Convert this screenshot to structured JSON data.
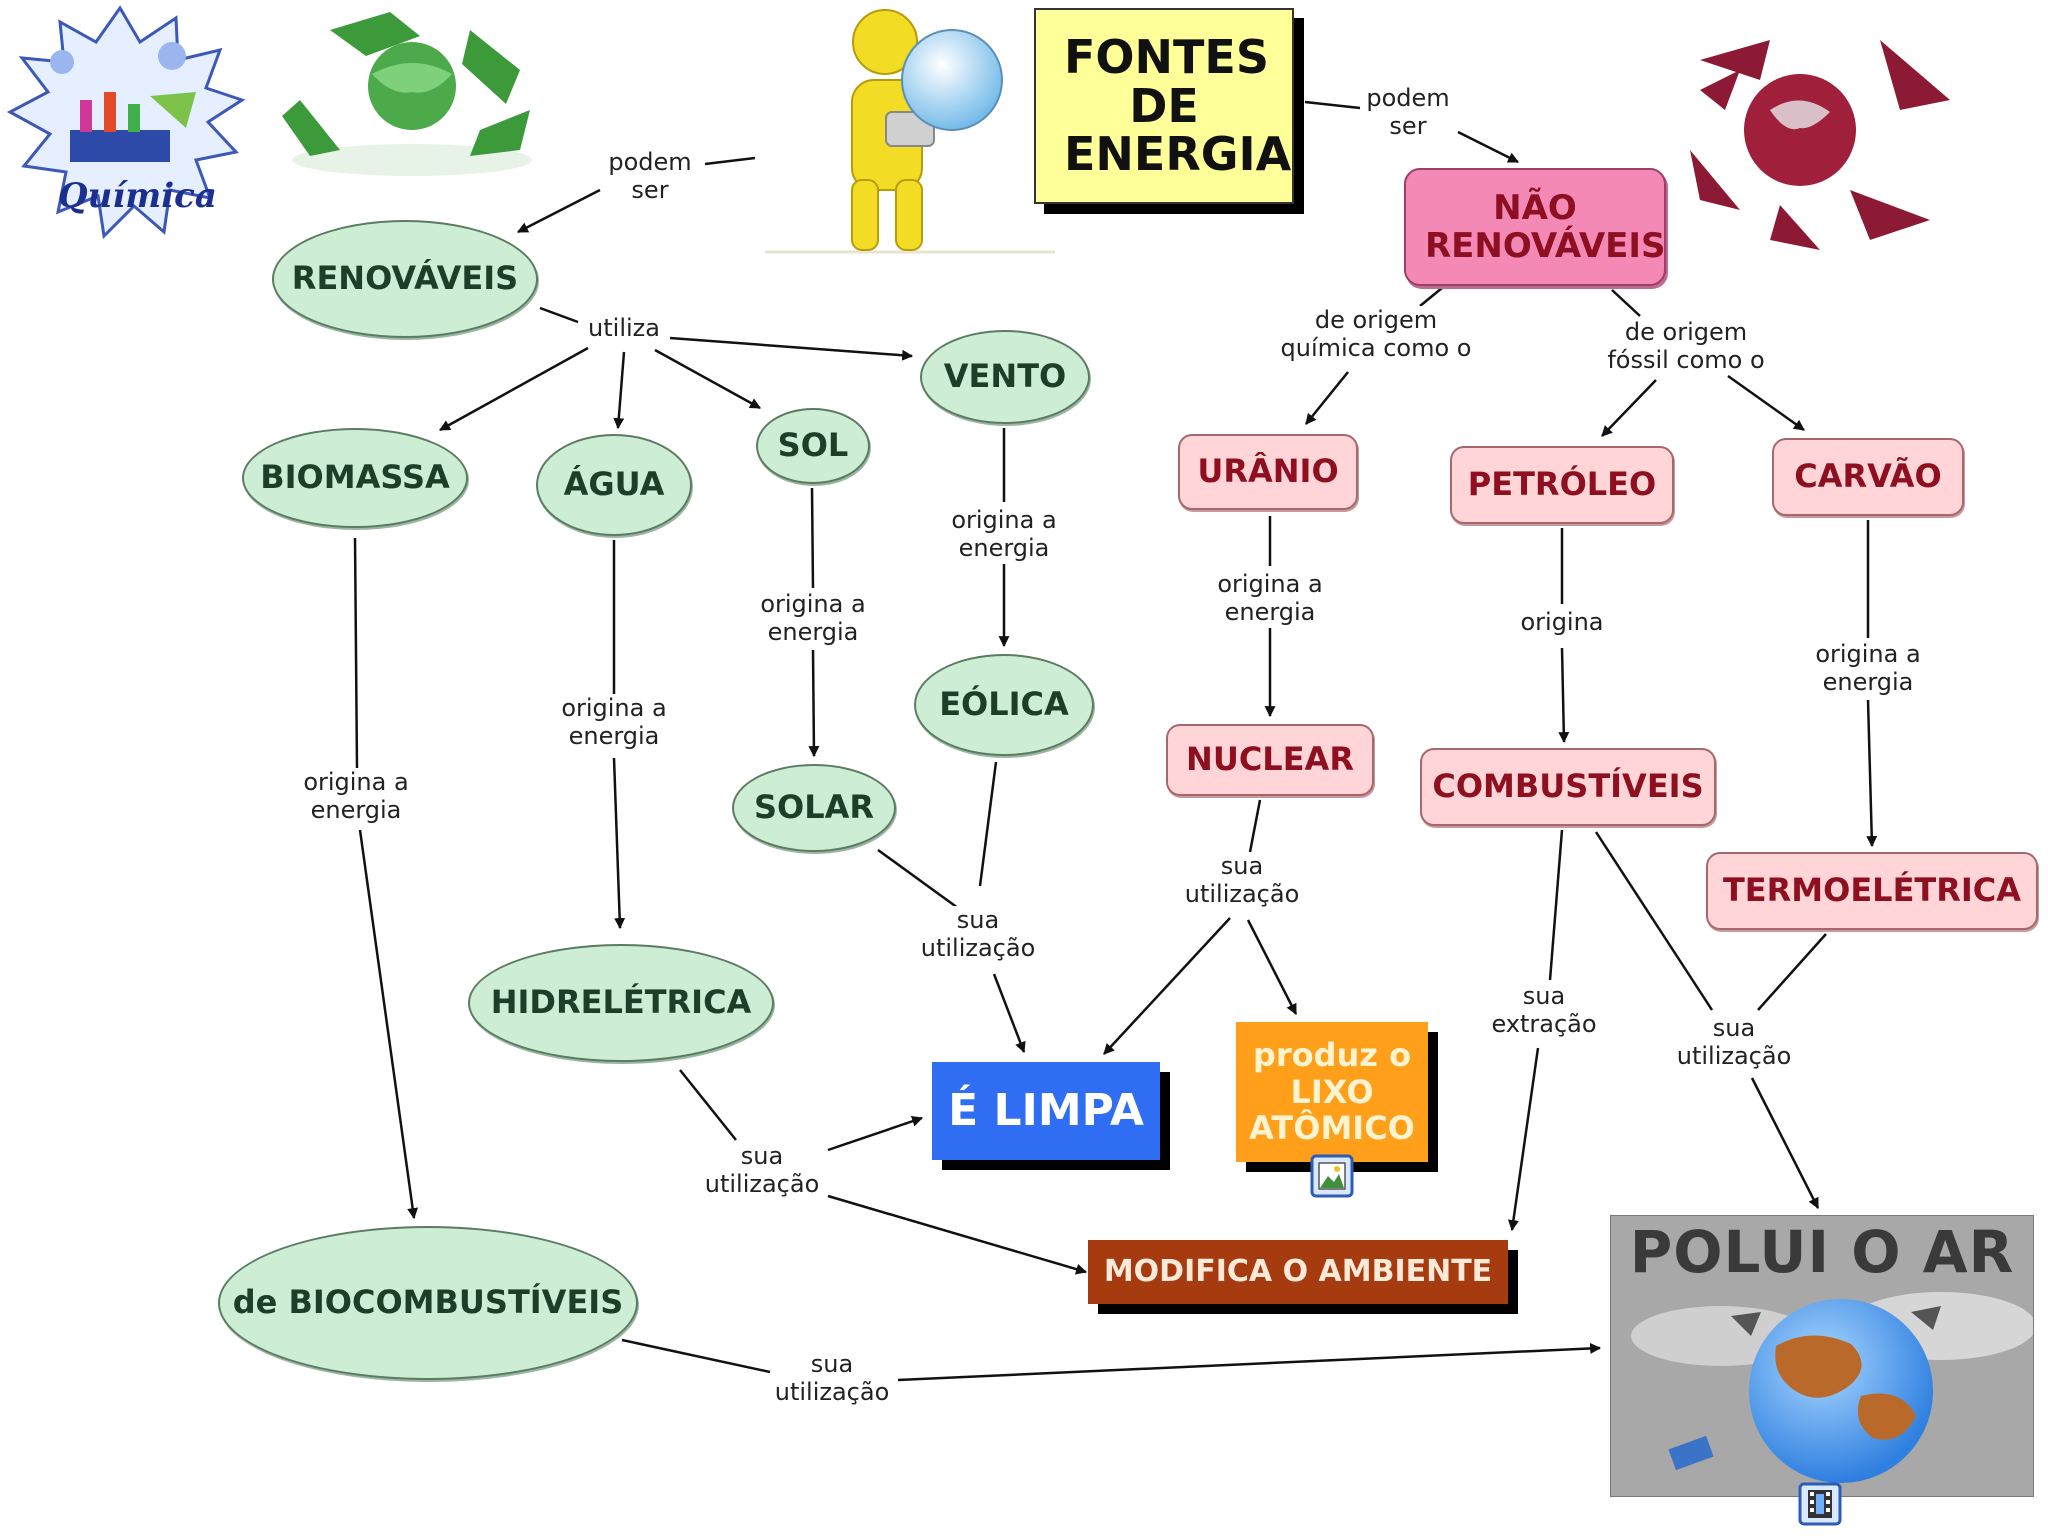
{
  "diagram": {
    "logo_text": "Química",
    "nodes": {
      "root": "FONTES DE ENERGIA",
      "renovaveis": "RENOVÁVEIS",
      "nao_renovaveis": "NÃO RENOVÁVEIS",
      "biomassa": "BIOMASSA",
      "agua": "ÁGUA",
      "sol": "SOL",
      "vento": "VENTO",
      "eolica": "EÓLICA",
      "solar": "SOLAR",
      "hidreletrica": "HIDRELÉTRICA",
      "biocombustiveis": "de BIOCOMBUSTÍVEIS",
      "uranio": "URÂNIO",
      "petroleo": "PETRÓLEO",
      "carvao": "CARVÃO",
      "nuclear": "NUCLEAR",
      "combustiveis": "COMBUSTÍVEIS",
      "termoeletrica": "TERMOELÉTRICA",
      "limpa": "É LIMPA",
      "lixo": [
        "produz o",
        "LIXO",
        "ATÔMICO"
      ],
      "modifica": "MODIFICA O AMBIENTE",
      "polui": "POLUI O AR"
    },
    "labels": {
      "podem_ser_left": [
        "podem",
        "ser"
      ],
      "podem_ser_right": [
        "podem",
        "ser"
      ],
      "utiliza": [
        "utiliza"
      ],
      "origem_quimica": [
        "de origem",
        "química como o"
      ],
      "origem_fossil": [
        "de origem",
        "fóssil como o"
      ],
      "origina_biomassa": [
        "origina a",
        "energia"
      ],
      "origina_agua": [
        "origina a",
        "energia"
      ],
      "origina_sol": [
        "origina a",
        "energia"
      ],
      "origina_vento": [
        "origina a",
        "energia"
      ],
      "origina_uranio": [
        "origina a",
        "energia"
      ],
      "origina_petroleo": [
        "origina"
      ],
      "origina_carvao": [
        "origina a",
        "energia"
      ],
      "sua_utilizacao_solar": [
        "sua",
        "utilização"
      ],
      "sua_utilizacao_nuclear": [
        "sua",
        "utilização"
      ],
      "sua_utilizacao_hidro": [
        "sua",
        "utilização"
      ],
      "sua_extracao": [
        "sua",
        "extração"
      ],
      "sua_utilizacao_comb": [
        "sua",
        "utilização"
      ],
      "sua_utilizacao_bio": [
        "sua",
        "utilização"
      ]
    },
    "colors": {
      "renewable_fill": "#cdeed5",
      "nonrenewable_fill": "#ffd5d7",
      "root_fill": "#ffff99",
      "limpa_fill": "#2f6df2",
      "lixo_fill": "#ff9f1a",
      "modifica_fill": "#a53b0e",
      "nao_renovaveis_fill": "#f489b5"
    }
  }
}
